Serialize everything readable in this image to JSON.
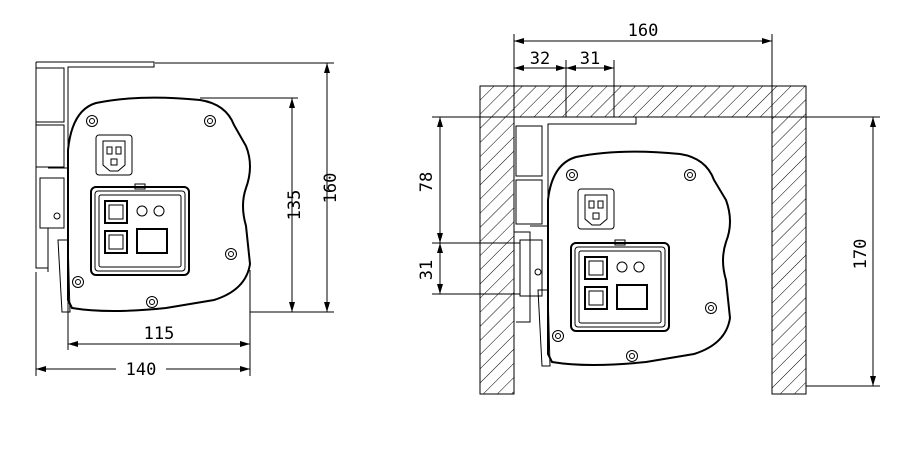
{
  "dimensions": {
    "front_height_outer": "160",
    "front_height_inner": "135",
    "front_width_inner": "115",
    "front_width_outer": "140",
    "mount_width": "160",
    "mount_offset_a": "32",
    "mount_offset_b": "31",
    "mount_vertical_a": "78",
    "mount_vertical_b": "31",
    "mount_height": "170"
  },
  "colors": {
    "line": "#000000",
    "background": "#ffffff"
  },
  "icons": [
    "iec-power-inlet-icon",
    "square-button-icon",
    "indicator-lamp-icon",
    "mounting-hole-icon"
  ]
}
